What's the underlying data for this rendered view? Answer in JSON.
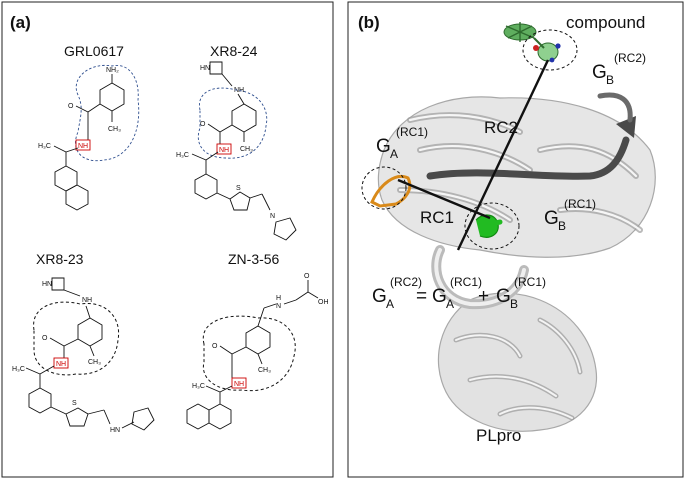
{
  "panel_a": {
    "label": "(a)",
    "compounds": [
      {
        "name": "GRL0617"
      },
      {
        "name": "XR8-24"
      },
      {
        "name": "XR8-23"
      },
      {
        "name": "ZN-3-56"
      }
    ],
    "atoms": {
      "nh2": "NH₂",
      "nh": "NH",
      "ch3": "CH₃",
      "h3c": "H₃C",
      "o": "O",
      "s": "S",
      "n": "N",
      "hn": "HN",
      "h": "H",
      "oh": "OH"
    }
  },
  "panel_b": {
    "label": "(b)",
    "compound_label": "compound",
    "protein_label": "PLpro",
    "rc1": "RC1",
    "rc2": "RC2",
    "g": "G",
    "sub_a": "A",
    "sub_b": "B",
    "sup_rc1": "(RC1)",
    "sup_rc2": "(RC2)",
    "eq": "=",
    "plus": "+",
    "colors": {
      "loop_orange": "#d98a1a",
      "helix_green": "#22bb22",
      "ligand_green": "#5fae5f",
      "ribbon": "#c8c8c8",
      "sheet_dark": "#4a4a4a"
    }
  }
}
